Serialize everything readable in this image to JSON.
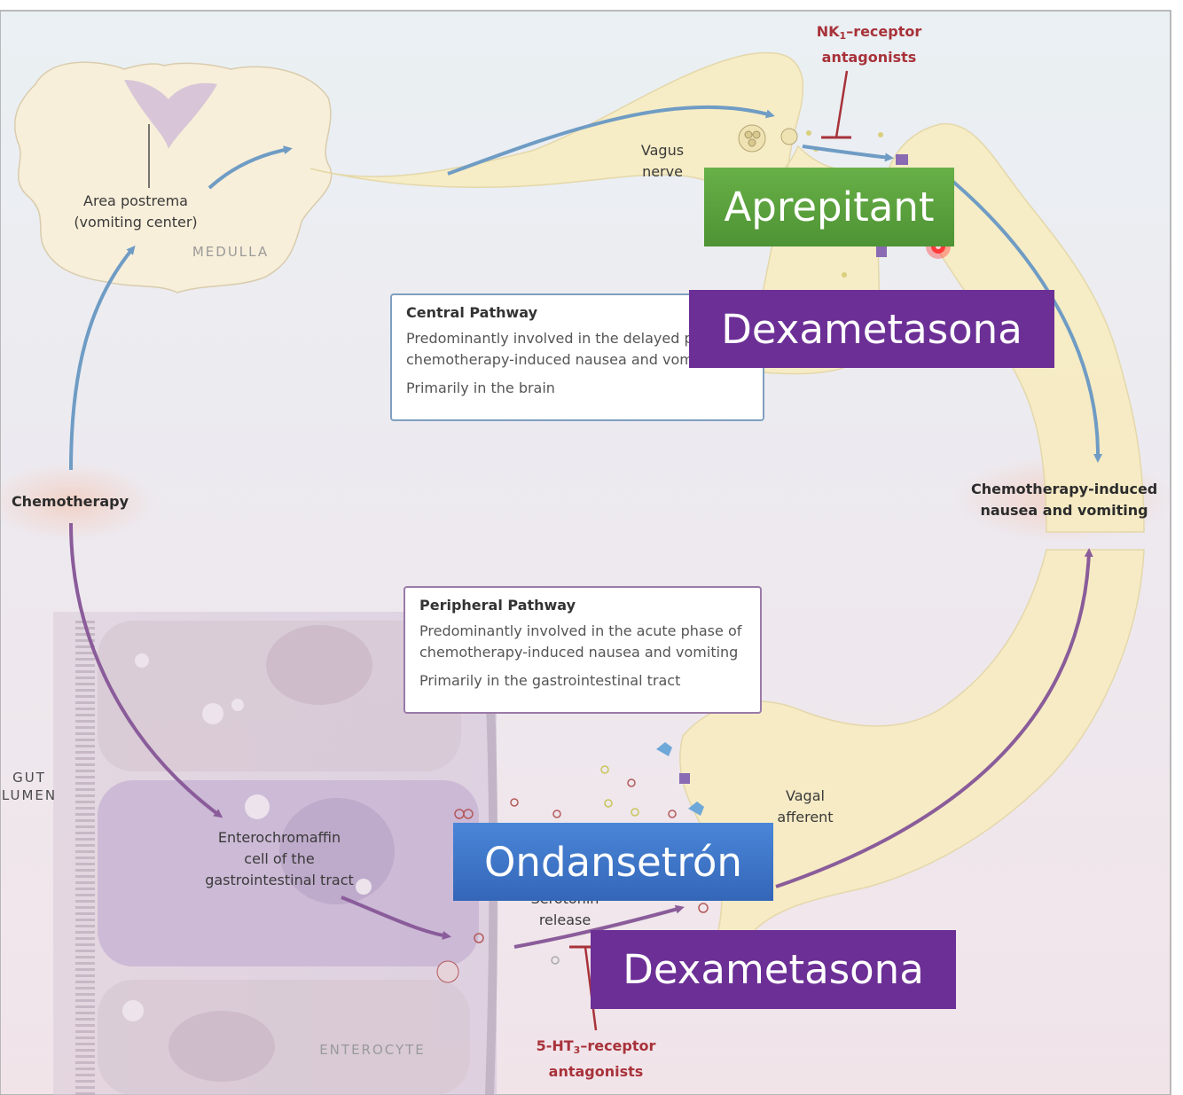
{
  "labels": {
    "area_postrema": [
      "Area postrema",
      "(vomiting center)"
    ],
    "medulla": "MEDULLA",
    "vagus_nerve": [
      "Vagus",
      "nerve"
    ],
    "nk1": {
      "prefix": "NK",
      "sub": "1",
      "suffix": "–receptor",
      "line2": "antagonists"
    },
    "chemotherapy": "Chemotherapy",
    "cinv": [
      "Chemotherapy-induced",
      "nausea and vomiting"
    ],
    "gut_lumen": [
      "GUT",
      "LUMEN"
    ],
    "enterochromaffin": [
      "Enterochromaffin",
      "cell of the",
      "gastrointestinal tract"
    ],
    "vagal_afferent": [
      "Vagal",
      "afferent"
    ],
    "serotonin": [
      "Serotonin",
      "release"
    ],
    "enterocyte": "ENTEROCYTE",
    "ht3": {
      "prefix": "5-HT",
      "sub": "3",
      "suffix": "–receptor",
      "line2": "antagonists"
    }
  },
  "central_box": {
    "title": "Central Pathway",
    "line1": "Predominantly involved in the delayed phase of",
    "line2": "chemotherapy-induced nausea and vomiting",
    "line3": "Primarily in the brain"
  },
  "peripheral_box": {
    "title": "Peripheral Pathway",
    "line1": "Predominantly involved in the acute phase of",
    "line2": "chemotherapy-induced nausea and vomiting",
    "line3": "Primarily in the gastrointestinal tract"
  },
  "drugs": {
    "aprepitant": "Aprepitant",
    "dexa_top": "Dexametasona",
    "ondansetron": "Ondansetrón",
    "dexa_bottom": "Dexametasona"
  },
  "colors": {
    "central_arrow": "#6f9cc4",
    "peripheral_arrow": "#8a5c9a",
    "inhibitor": "#a8323a",
    "aprepitant_bg": "#5aa03c",
    "dexametasona_bg": "#6c2f96",
    "ondansetron_bg": "#3a72c8",
    "central_box_border": "#7f9fc0",
    "peripheral_box_border": "#9a7aa8",
    "nerve_fill": "#f7ecc3"
  }
}
